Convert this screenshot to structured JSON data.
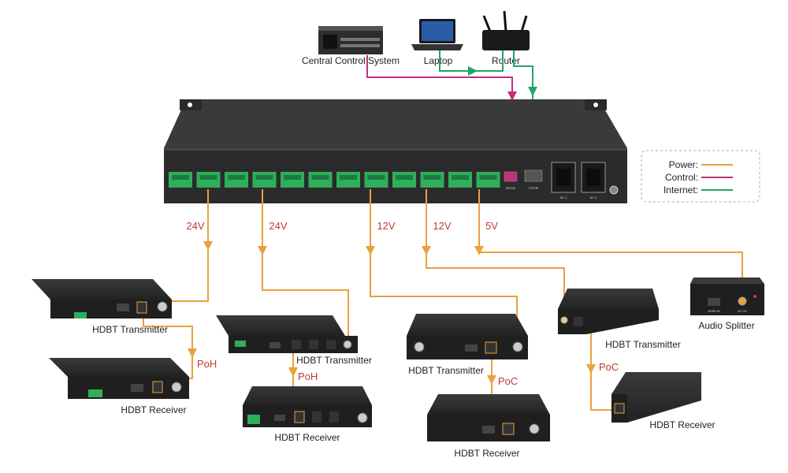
{
  "devices": {
    "central_control": "Central Control System",
    "laptop": "Laptop",
    "router": "Router",
    "tx1": "HDBT Transmitter",
    "rx1": "HDBT Receiver",
    "tx2": "HDBT Transmitter",
    "rx2": "HDBT Receiver",
    "tx3": "HDBT Transmitter",
    "rx3": "HDBT Receiver",
    "tx4": "HDBT Transmitter",
    "rx4": "HDBT Receiver",
    "audio_splitter": "Audio Splitter"
  },
  "voltages": [
    "24V",
    "24V",
    "12V",
    "12V",
    "5V"
  ],
  "links": [
    "PoH",
    "PoH",
    "PoC",
    "PoC"
  ],
  "legend": {
    "power": "Power:",
    "control": "Control:",
    "internet": "Internet:"
  },
  "panel_ports": {
    "rs232": "RS232",
    "tcpip": "TCP/IP",
    "ac1": "AC 1",
    "ac2": "AC 2"
  },
  "splitter_ports": {
    "hdmi_in": "HDMI IN",
    "dc5v": "DC 5V"
  },
  "colors": {
    "power": "#e8a23c",
    "control": "#c2307e",
    "internet": "#1fa66a",
    "label_red": "#c0392b",
    "device": "#2b2b2b"
  }
}
